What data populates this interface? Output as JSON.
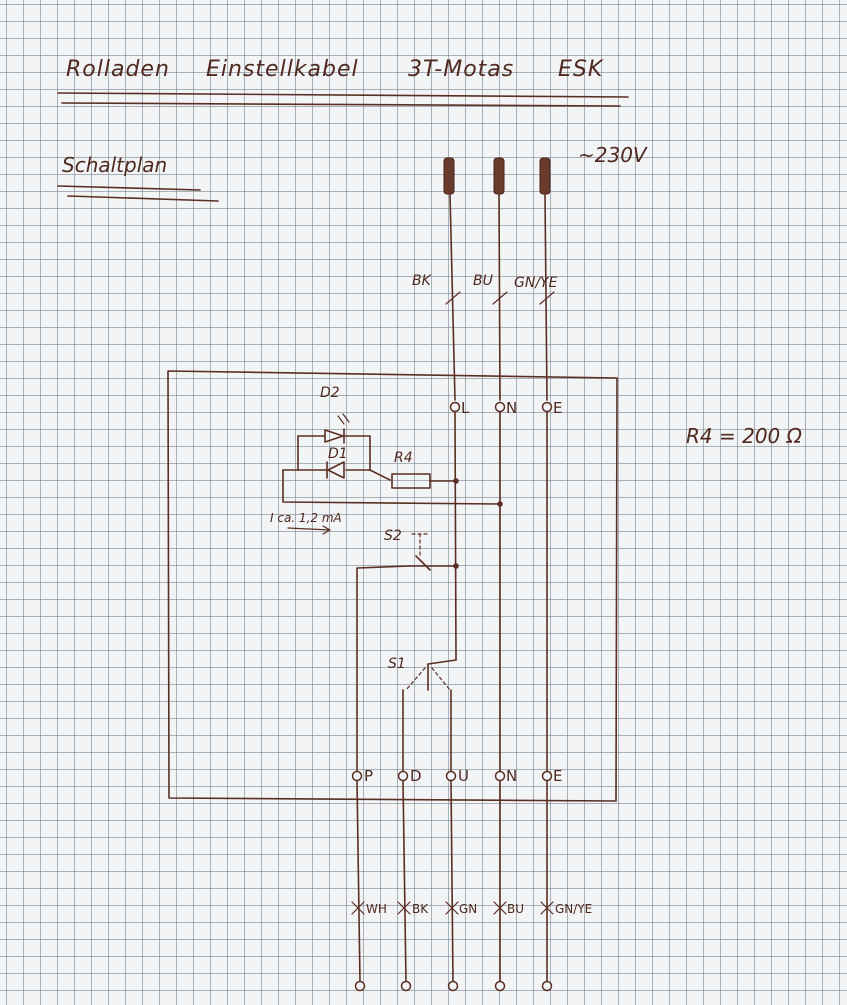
{
  "title": {
    "part1": "Rolladen",
    "part2": "Einstellkabel",
    "part3": "3T-Motas",
    "part4": "ESK"
  },
  "subtitle": "Schaltplan",
  "supply": "~230V",
  "resistor_note": "R4 = 200 Ω",
  "supply_wires": [
    "BK",
    "BU",
    "GN/YE"
  ],
  "top_terminals": [
    "L",
    "N",
    "E"
  ],
  "components": {
    "d2": "D2",
    "d1": "D1",
    "r4": "R4",
    "s2": "S2",
    "s1": "S1",
    "current": "I ca. 1,2 mA"
  },
  "bottom_terminals": [
    "P",
    "D",
    "U",
    "N",
    "E"
  ],
  "output_wires": [
    "WH",
    "BK",
    "GN",
    "BU",
    "GN/YE"
  ],
  "colors": {
    "ink": "#5a2e22",
    "paper": "#f3f4f5",
    "grid": "#6e7887"
  }
}
